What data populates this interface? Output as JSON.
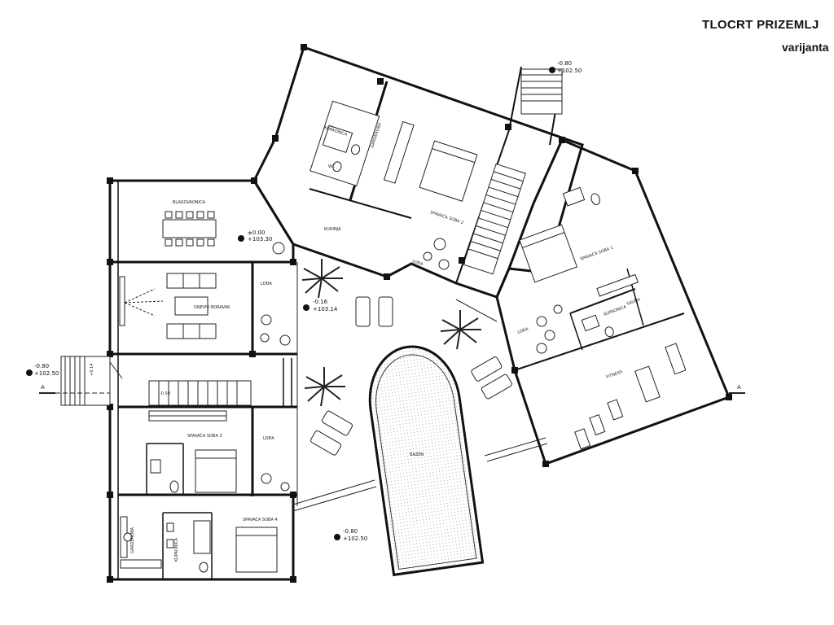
{
  "title": {
    "main": "TLOCRT PRIZEMLJ",
    "sub": "varijanta"
  },
  "rooms": {
    "blagovaonica": "BLAGOVAONICA",
    "dnevni_boravak": "DNEVNI BORAVAK",
    "kuhinja": "KUHINJA",
    "kupaonica_top": "KUPAONICA",
    "garderoba_top": "GARDEROBA",
    "wc": "WC",
    "spavaca_soba_2": "SPAVAĆA SOBA 2",
    "spavaca_soba_1": "SPAVAĆA SOBA 1",
    "spavaca_soba_3": "SPAVAĆA SOBA 3",
    "spavaca_soba_4": "SPAVAĆA SOBA 4",
    "kupaonica_right": "KUPAONICA",
    "sauna": "SAUNA",
    "fitness": "FITNESS",
    "lodja_left": "LOĐA",
    "lodja_center": "LOĐA",
    "lodja_right": "LOĐA",
    "lodja_bottom": "LOĐA",
    "garderoba_bottom": "GARDEROBA",
    "kupaonica_bottom": "KUPAONICA",
    "bazen": "BAZEN"
  },
  "levels": {
    "dining": [
      "±0.00",
      "+103.30"
    ],
    "terrace": [
      "-0.16",
      "+103.14"
    ],
    "entrance": [
      "-0.80",
      "+102.50"
    ],
    "stair_top": [
      "-0.80",
      "+102.50"
    ],
    "garden": [
      "-0.80",
      "+102.50"
    ]
  },
  "section_marks": {
    "left": "A",
    "right": "A"
  },
  "stair_labels": {
    "entry": "+0.14",
    "inner": "-0.50"
  }
}
